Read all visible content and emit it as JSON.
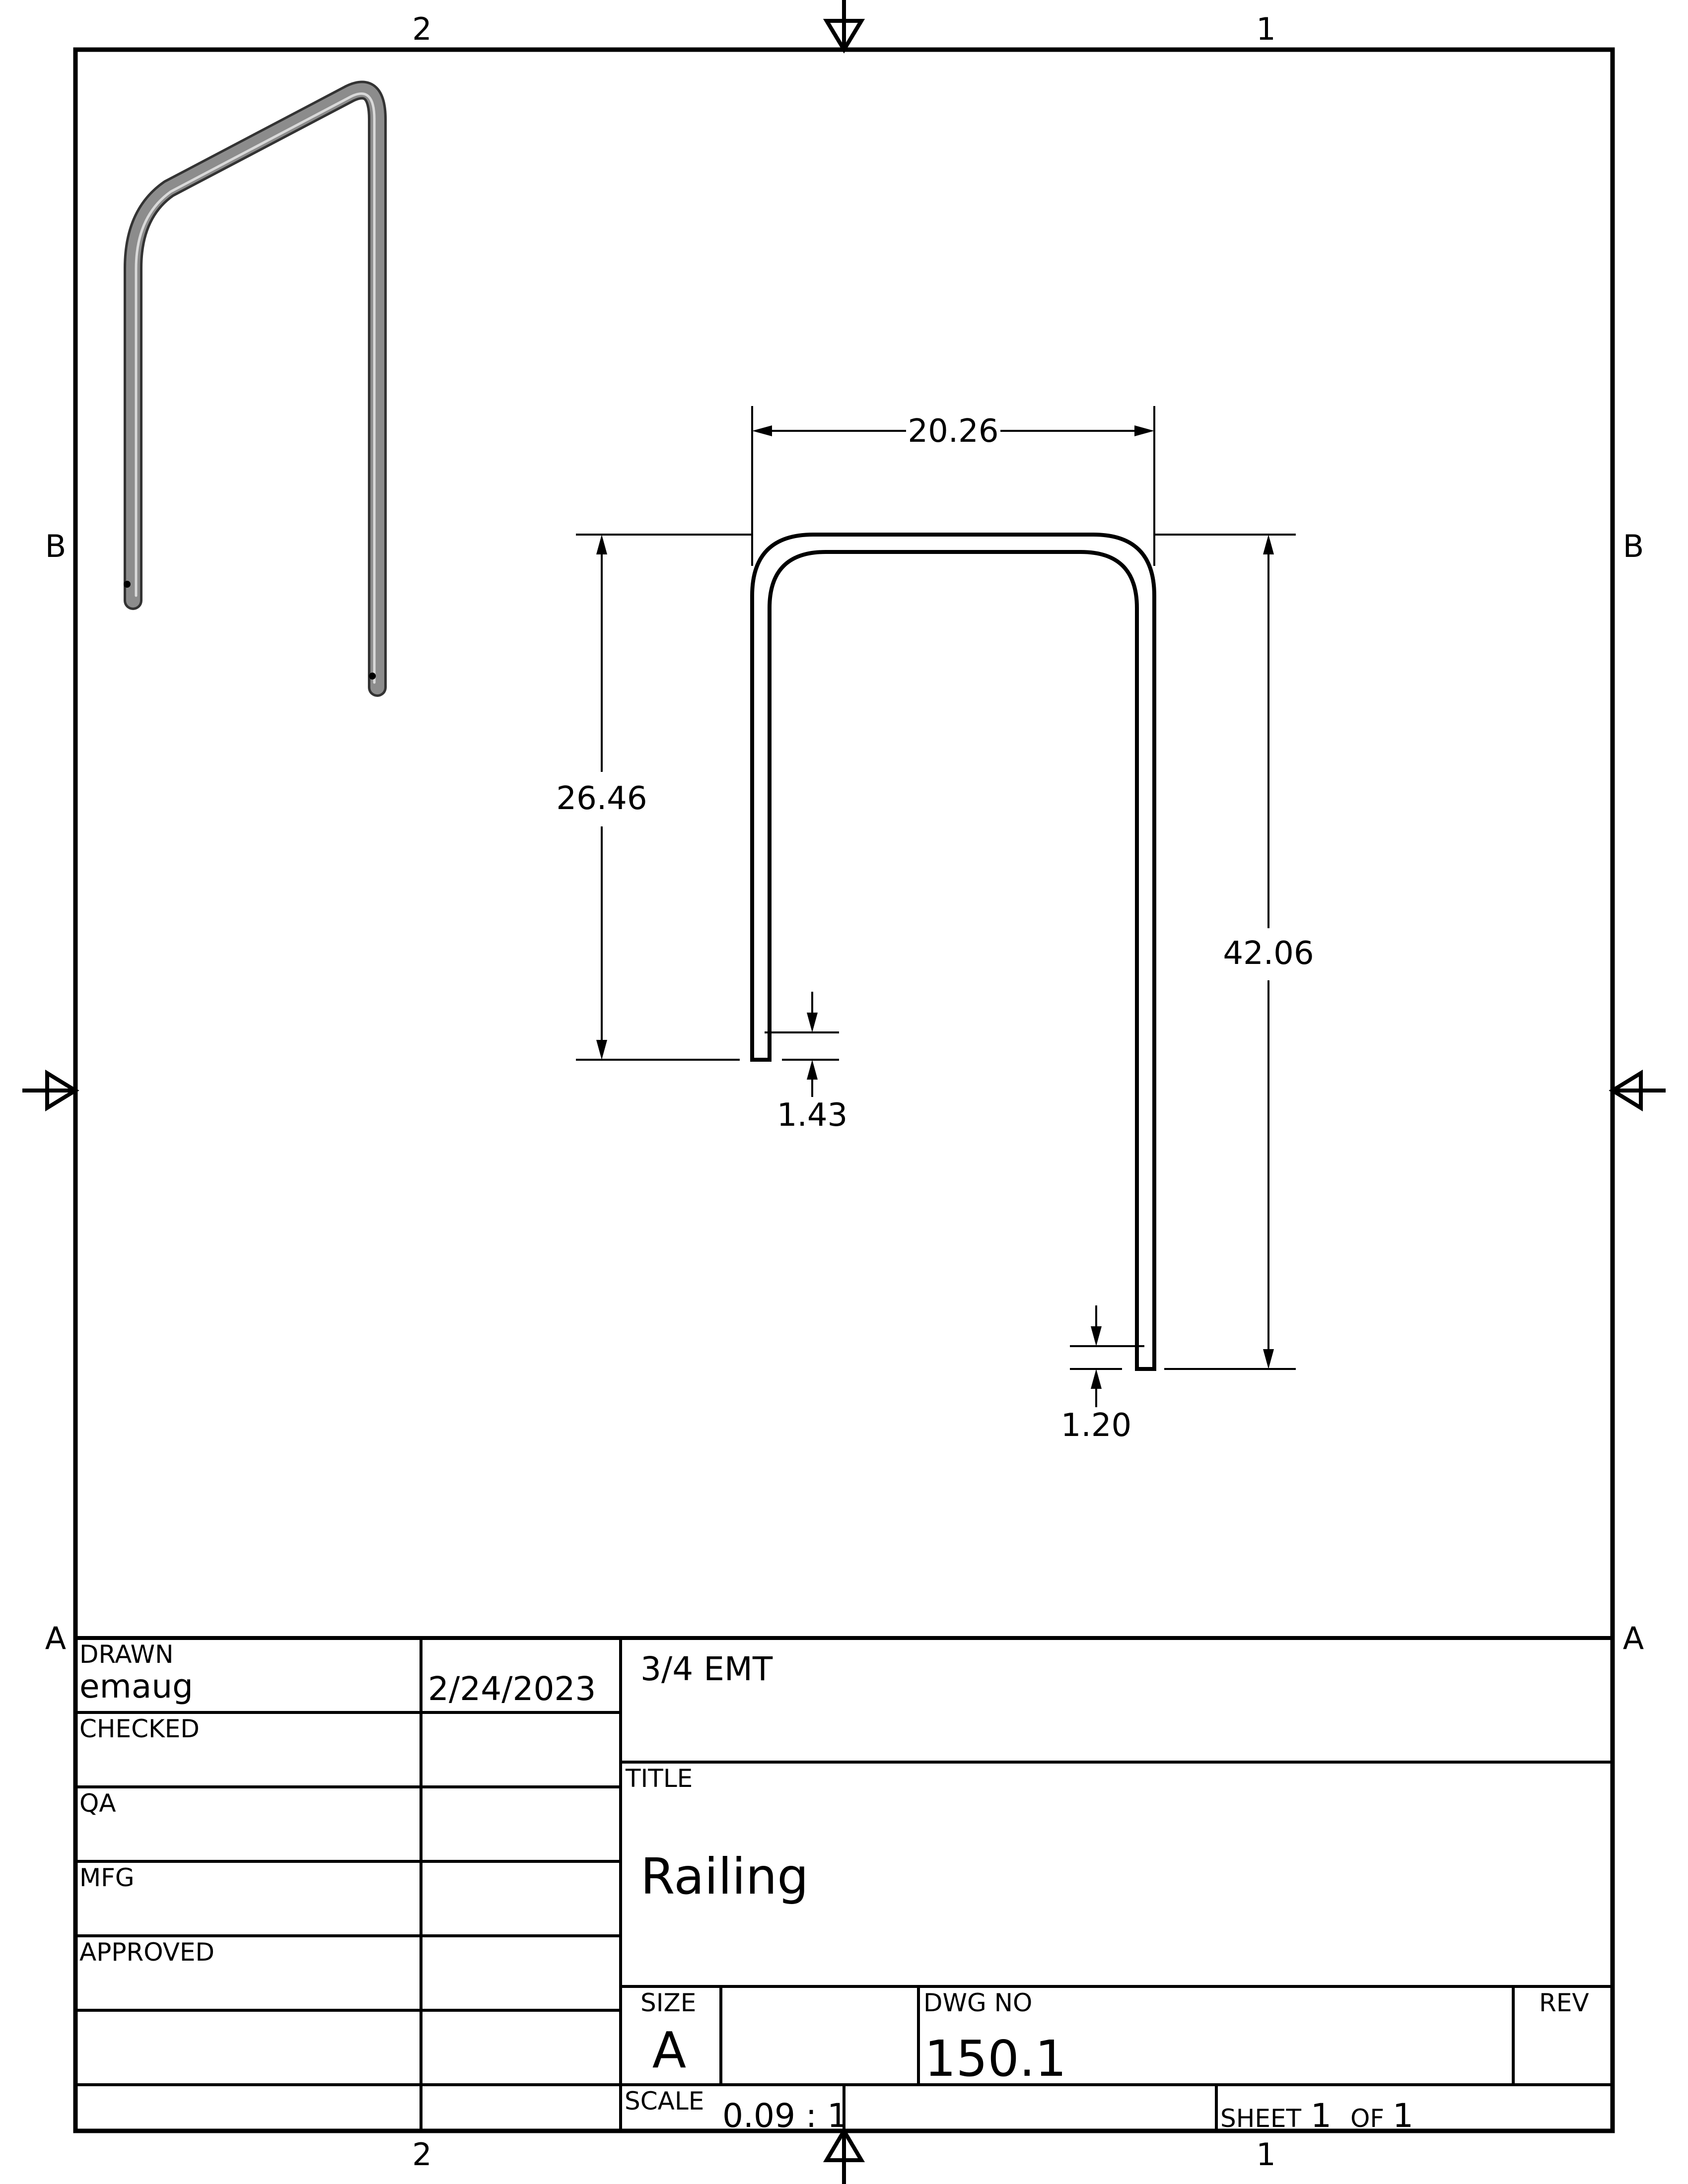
{
  "zones": {
    "top": [
      "2",
      "1"
    ],
    "bottom": [
      "2",
      "1"
    ],
    "left": [
      "B",
      "A"
    ],
    "right": [
      "B",
      "A"
    ]
  },
  "dimensions": {
    "width": "20.26",
    "short_leg": "26.46",
    "long_leg": "42.06",
    "short_end": "1.43",
    "long_end": "1.20"
  },
  "title_block": {
    "drawn_label": "DRAWN",
    "drawn_by": "emaug",
    "drawn_date": "2/24/2023",
    "checked_label": "CHECKED",
    "qa_label": "QA",
    "mfg_label": "MFG",
    "approved_label": "APPROVED",
    "material": "3/4 EMT",
    "title_label": "TITLE",
    "title": "Railing",
    "size_label": "SIZE",
    "size": "A",
    "dwg_no_label": "DWG NO",
    "dwg_no": "150.1",
    "rev_label": "REV",
    "scale_label": "SCALE",
    "scale": "0.09 : 1",
    "sheet_label": "SHEET",
    "sheet_num": "1",
    "of_label": "OF",
    "sheet_total": "1"
  },
  "colors": {
    "line": "#000000",
    "tube_fill": "#8c8c8c",
    "tube_edge": "#333333",
    "tube_highlight": "#d9d9d9"
  }
}
